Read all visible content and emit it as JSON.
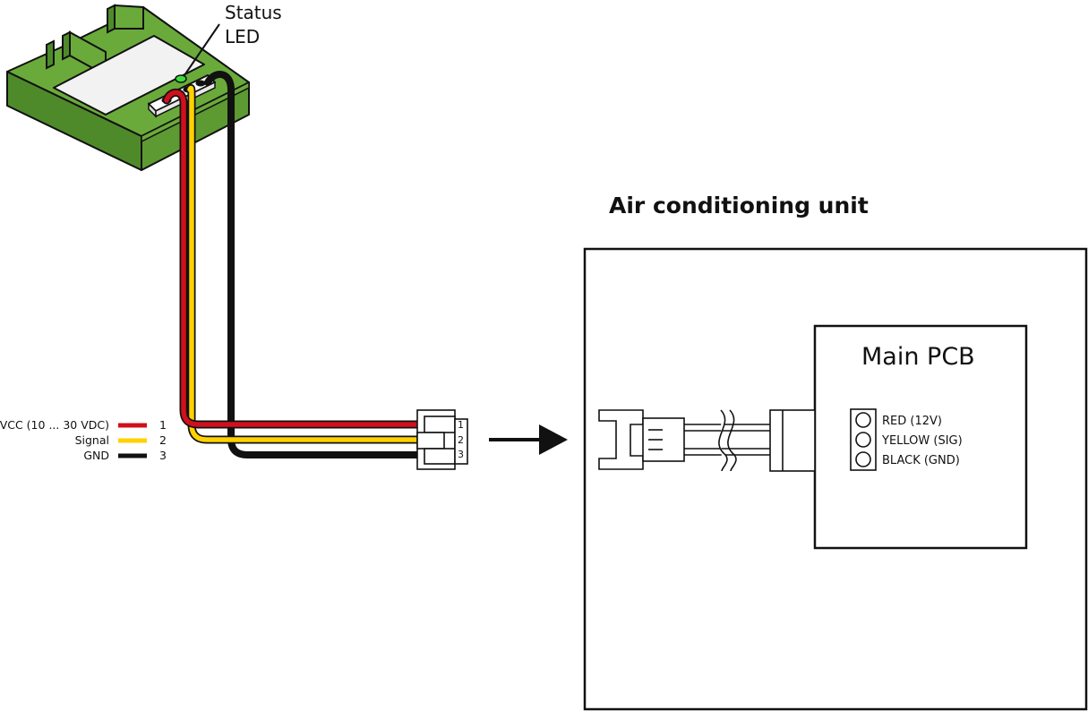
{
  "sensor": {
    "status_label_line1": "Status",
    "status_label_line2": "LED"
  },
  "legend": [
    {
      "label": "VCC (10 ... 30 VDC)",
      "pin": "1",
      "color": "#d0101c"
    },
    {
      "label": "Signal",
      "pin": "2",
      "color": "#ffd200"
    },
    {
      "label": "GND",
      "pin": "3",
      "color": "#111111"
    }
  ],
  "connector": {
    "pins": [
      "1",
      "2",
      "3"
    ]
  },
  "ac_unit": {
    "title": "Air conditioning unit",
    "pcb_label": "Main PCB",
    "header_pins": [
      "RED (12V)",
      "YELLOW (SIG)",
      "BLACK (GND)"
    ]
  },
  "colors": {
    "module_green": "#6aaa3a",
    "module_green_dark": "#4e8a2a",
    "status_led": "#3ddc3d",
    "wire_red": "#d0101c",
    "wire_yellow": "#ffd200",
    "wire_black": "#111111"
  }
}
